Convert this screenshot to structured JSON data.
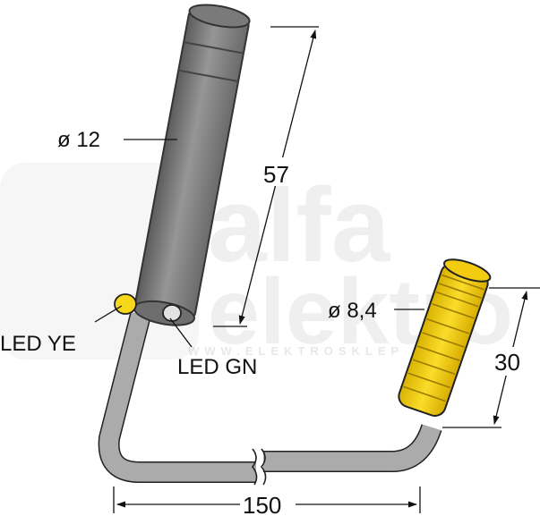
{
  "colors": {
    "sensor_body": "#8b8b8b",
    "sensor_dark": "#6a6a6a",
    "cable": "#a9a9a9",
    "connector_yellow": "#f7d117",
    "led_yellow": "#f8d81a",
    "led_green": "#e6e6e6",
    "line": "#111111"
  },
  "labels": {
    "diameter_sensor": "ø 12",
    "length_sensor": "57",
    "led_ye": "LED YE",
    "led_gn": "LED GN",
    "diameter_connector": "ø 8,4",
    "length_connector": "30",
    "cable_length": "150"
  },
  "watermark": {
    "brand_top": "alfa",
    "brand_bottom": "elektro",
    "url": "WWW.ELEKTROSKLEP"
  }
}
